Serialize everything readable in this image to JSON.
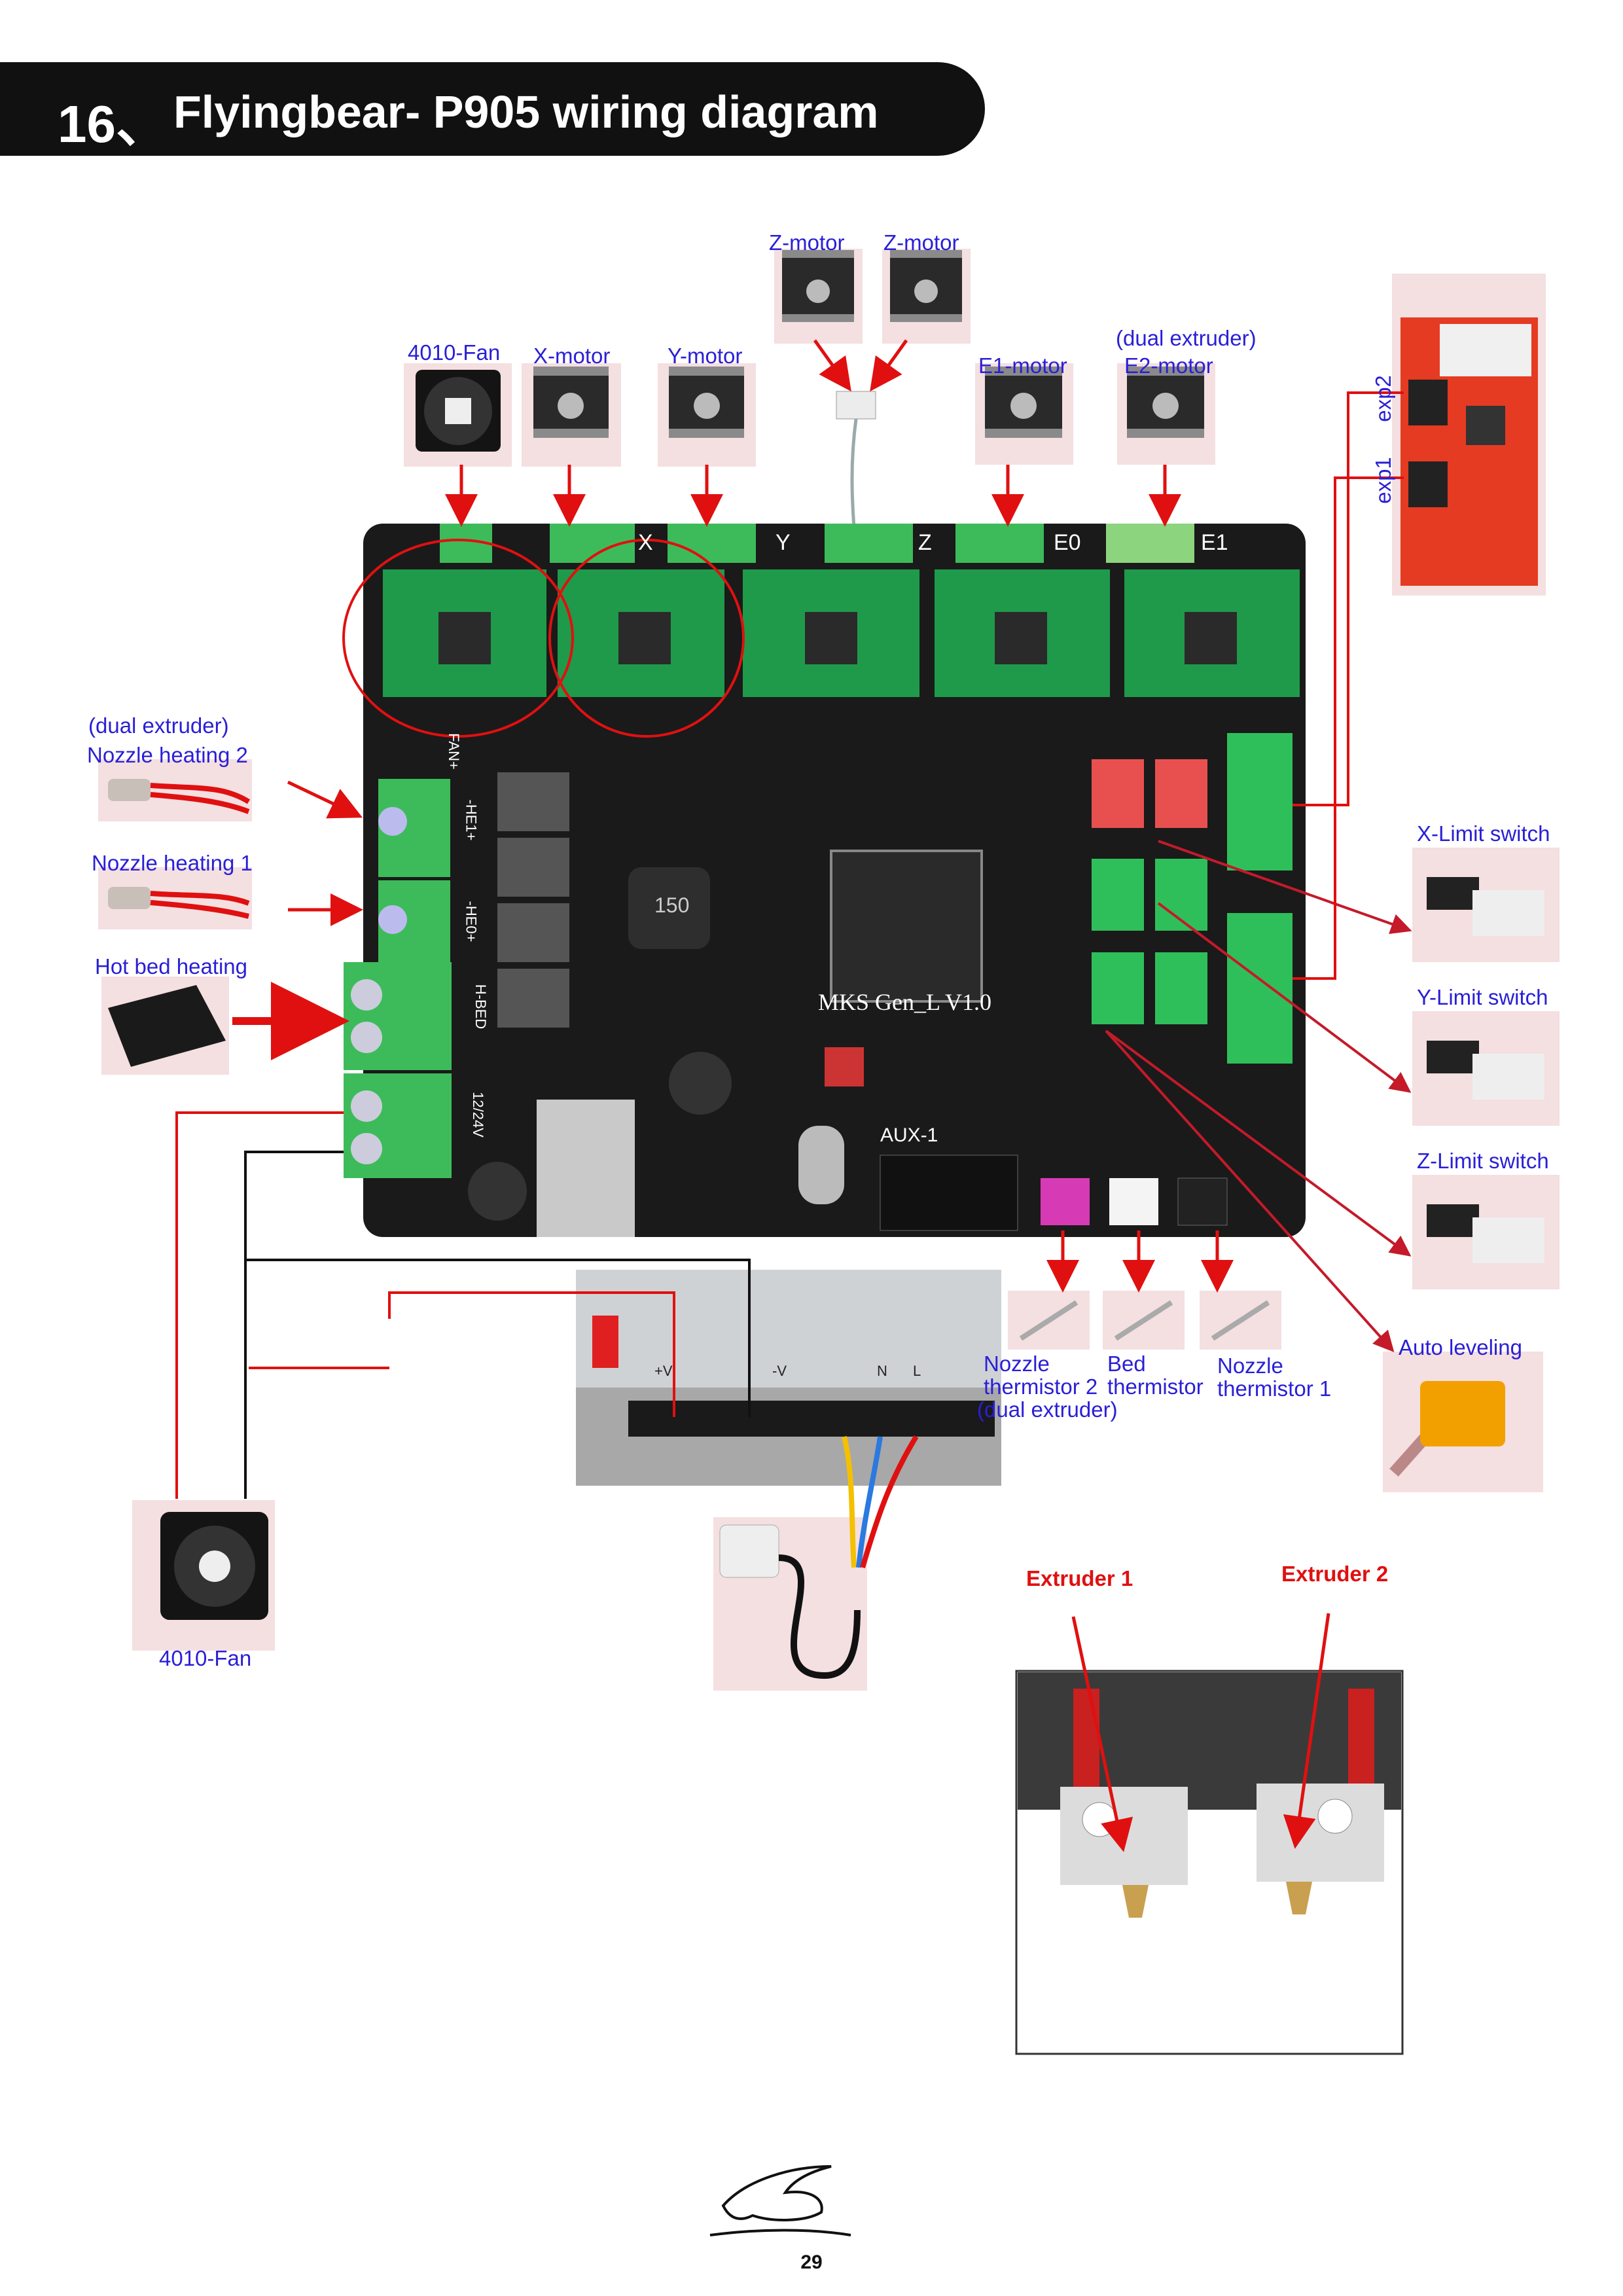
{
  "title": {
    "number": "16、",
    "text": "Flyingbear- P905 wiring diagram"
  },
  "board": {
    "label": "MKS Gen_L V1.0",
    "aux": "AUX-1",
    "chip": "150"
  },
  "terminals": {
    "fan": "FAN+",
    "he1": "-HE1+",
    "he0": "-HE0+",
    "hbed": "H-BED",
    "power": "12/24V"
  },
  "axes": [
    "X",
    "Y",
    "Z",
    "E0",
    "E1"
  ],
  "labels": {
    "z_motor_1": "Z-motor",
    "z_motor_2": "Z-motor",
    "fan_top": "4010-Fan",
    "x_motor": "X-motor",
    "y_motor": "Y-motor",
    "dual_extruder_top": "(dual extruder)",
    "e1_motor": "E1-motor",
    "e2_motor": "E2-motor",
    "exp2": "exp2",
    "exp1": "exp1",
    "dual_extruder_left": "(dual extruder)",
    "nozzle_heating_2": "Nozzle heating 2",
    "nozzle_heating_1": "Nozzle heating 1",
    "hot_bed_heating": "Hot bed heating",
    "x_limit": "X-Limit switch",
    "y_limit": "Y-Limit switch",
    "z_limit": "Z-Limit switch",
    "auto_leveling": "Auto leveling",
    "nozzle_thermistor_2_a": "Nozzle",
    "nozzle_thermistor_2_b": "thermistor 2",
    "dual_extruder_bottom": "(dual extruder)",
    "bed_thermistor_a": "Bed",
    "bed_thermistor_b": "thermistor",
    "nozzle_thermistor_1_a": "Nozzle",
    "nozzle_thermistor_1_b": "thermistor 1",
    "fan_bottom": "4010-Fan",
    "extruder_1": "Extruder 1",
    "extruder_2": "Extruder 2"
  },
  "psu": {
    "v_plus": "+V",
    "v_minus": "-V",
    "n": "N",
    "l": "L"
  },
  "page_number": "29",
  "colors": {
    "wire_red": "#e01010",
    "label_blue": "#2a1fd6",
    "board": "#1a1a1a",
    "driver_green": "#1f9a4a",
    "terminal_green": "#3dbb5a"
  }
}
